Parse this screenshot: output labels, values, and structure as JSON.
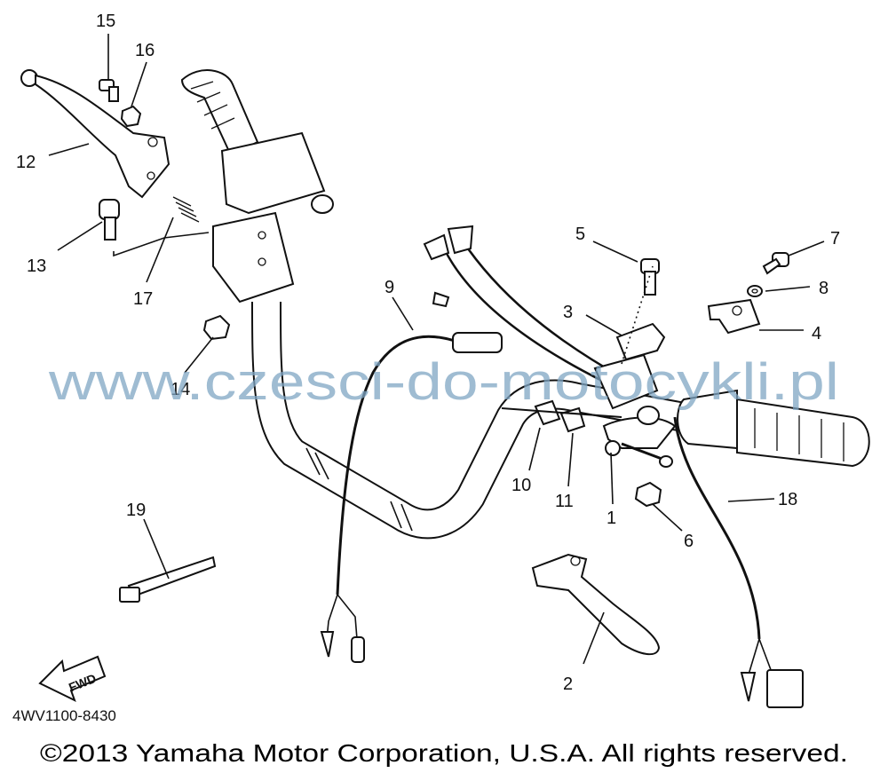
{
  "diagram": {
    "labels": [
      "1",
      "2",
      "3",
      "4",
      "5",
      "6",
      "7",
      "8",
      "9",
      "10",
      "11",
      "12",
      "13",
      "14",
      "15",
      "16",
      "17",
      "18",
      "19"
    ],
    "fwd_text": "FWD",
    "part_code": "4WV1100-8430",
    "watermark": "www.czesci-do-motocykli.pl",
    "copyright": "©2013 Yamaha Motor Corporation, U.S.A. All rights reserved."
  }
}
